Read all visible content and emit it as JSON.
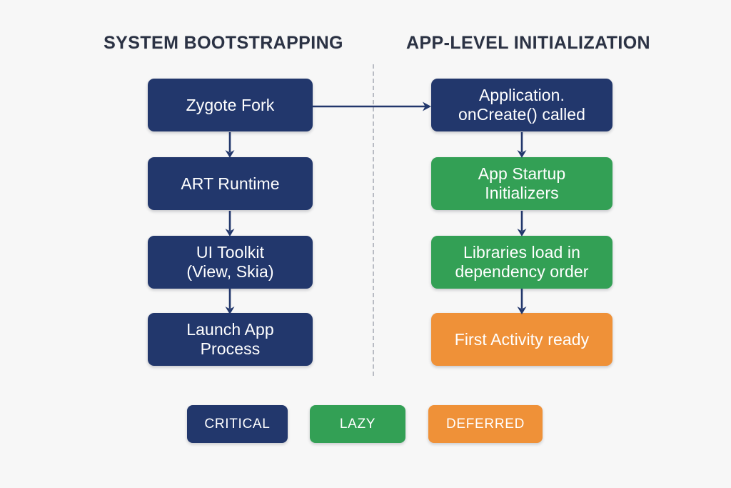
{
  "background_color": "#f7f7f7",
  "columns": [
    {
      "id": "system-bootstrapping",
      "heading": "SYSTEM BOOTSTRAPPING"
    },
    {
      "id": "app-level-initialization",
      "heading": "APP-LEVEL INITIALIZATION"
    }
  ],
  "left_nodes": [
    {
      "line1": "Zygote Fork",
      "line2": "",
      "category": "CRITICAL",
      "color": "#22376c"
    },
    {
      "line1": "ART Runtime",
      "line2": "",
      "category": "CRITICAL",
      "color": "#22376c"
    },
    {
      "line1": "UI Toolkit",
      "line2": "(View, Skia)",
      "category": "CRITICAL",
      "color": "#22376c"
    },
    {
      "line1": "Launch App",
      "line2": "Process",
      "category": "CRITICAL",
      "color": "#22376c"
    }
  ],
  "right_nodes": [
    {
      "line1": "Application.",
      "line2": "onCreate() called",
      "category": "CRITICAL",
      "color": "#22376c"
    },
    {
      "line1": "App Startup",
      "line2": "Initializers",
      "category": "LAZY",
      "color": "#33a055"
    },
    {
      "line1": "Libraries load in",
      "line2": "dependency order",
      "category": "LAZY",
      "color": "#33a055"
    },
    {
      "line1": "First Activity ready",
      "line2": "",
      "category": "DEFERRED",
      "color": "#ef9138"
    }
  ],
  "legend": [
    {
      "label": "CRITICAL",
      "color": "#22376c"
    },
    {
      "label": "LAZY",
      "color": "#33a055"
    },
    {
      "label": "DEFERRED",
      "color": "#ef9138"
    }
  ],
  "connectors": {
    "arrow_color": "#22376c",
    "divider_style": "dashed",
    "divider_color": "#b9bcc4",
    "cross_column_arrow": "Zygote Fork to Application.onCreate() called"
  }
}
